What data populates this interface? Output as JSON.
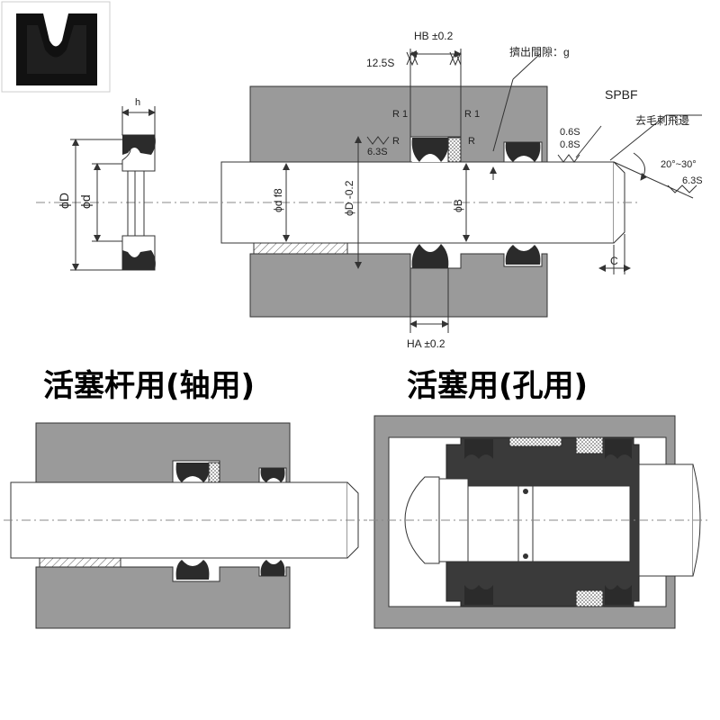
{
  "labels": {
    "hb": "HB ±0.2",
    "ha": "HA ±0.2",
    "ra": "12.5S",
    "gap": "擠出間隙：g",
    "spbf": "SPBF",
    "deburr": "去毛刺飛邊",
    "r1a": "R 1",
    "r1b": "R 1",
    "ra2": "R",
    "rb2": "R",
    "s63": "6.3S",
    "s06": "0.6S",
    "s08": "0.8S",
    "angle": "20°~30°",
    "s63b": "6.3S",
    "c": "C",
    "h": "h",
    "phiD": "ϕD",
    "phid": "ϕd",
    "phidf8": "ϕd f8",
    "phiD02": "ϕD -0.2",
    "phiB": "ϕB"
  },
  "titles": {
    "rod": "活塞杆用(轴用)",
    "piston": "活塞用(孔用)"
  },
  "colors": {
    "body": "#9a9a9a",
    "seal": "#2b2b2b",
    "line": "#333333"
  }
}
